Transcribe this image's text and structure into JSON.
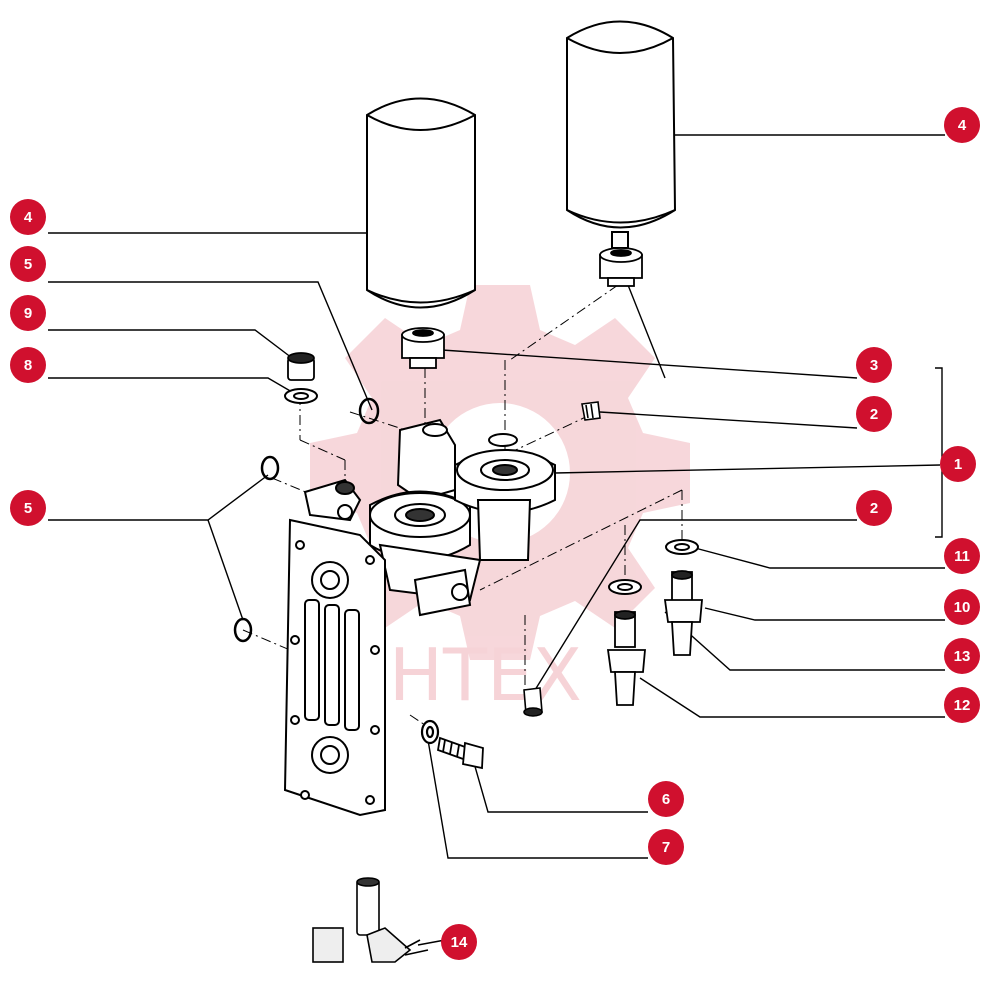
{
  "watermark": {
    "text": "ИНТЕХ",
    "color": "#f4cfd3"
  },
  "colors": {
    "callout_bg": "#d0102e",
    "callout_text": "#ffffff",
    "line": "#000000"
  },
  "callouts": [
    {
      "id": "c-4-right",
      "label": "4"
    },
    {
      "id": "c-4-left",
      "label": "4"
    },
    {
      "id": "c-5-top",
      "label": "5"
    },
    {
      "id": "c-9",
      "label": "9"
    },
    {
      "id": "c-8",
      "label": "8"
    },
    {
      "id": "c-3",
      "label": "3"
    },
    {
      "id": "c-2-top",
      "label": "2"
    },
    {
      "id": "c-1",
      "label": "1"
    },
    {
      "id": "c-5-left",
      "label": "5"
    },
    {
      "id": "c-2-mid",
      "label": "2"
    },
    {
      "id": "c-11",
      "label": "11"
    },
    {
      "id": "c-10",
      "label": "10"
    },
    {
      "id": "c-13",
      "label": "13"
    },
    {
      "id": "c-12",
      "label": "12"
    },
    {
      "id": "c-6",
      "label": "6"
    },
    {
      "id": "c-7",
      "label": "7"
    },
    {
      "id": "c-14",
      "label": "14"
    }
  ]
}
